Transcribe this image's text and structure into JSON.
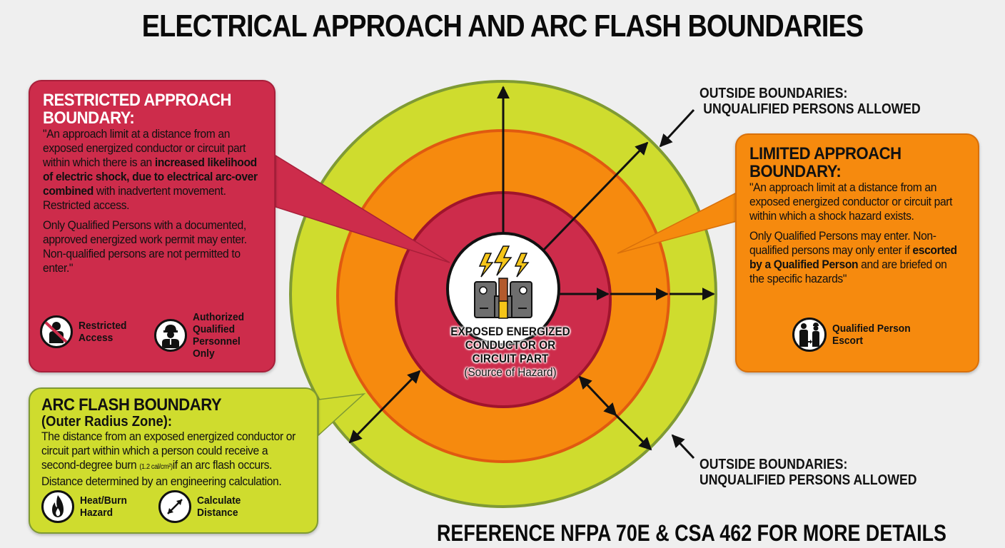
{
  "title": "ELECTRICAL APPROACH AND ARC FLASH BOUNDARIES",
  "colors": {
    "background": "#efefef",
    "restricted_red": "#cd2c4b",
    "limited_orange": "#f68a0e",
    "arc_flash_green": "#cfdc2e",
    "green_outline": "#7f9a34",
    "orange_outline": "#e05a10",
    "red_outline": "#a0142c"
  },
  "zones": [
    {
      "name": "Restricted Approach Boundary",
      "color": "#cd2c4b",
      "order": 1
    },
    {
      "name": "Limited Approach Boundary",
      "color": "#f68a0e",
      "order": 2
    },
    {
      "name": "Arc Flash Boundary",
      "color": "#cfdc2e",
      "order": 3
    }
  ],
  "restricted": {
    "title_line1": "RESTRICTED APPROACH",
    "title_line2": "BOUNDARY:",
    "p1_a": "\"An approach limit at a distance from an exposed energized conductor or circuit part within which there is an ",
    "p1_bold": "increased likelihood of electric shock, due to electrical arc-over combined",
    "p1_b": " with inadvertent movement. Restricted access.",
    "p2": "Only Qualified Persons with a documented, approved energized work permit may enter. Non-qualified persons are not permitted to enter.\"",
    "icons": [
      {
        "icon": "restricted-access-icon",
        "label_line1": "Restricted",
        "label_line2": "Access"
      },
      {
        "icon": "qualified-worker-icon",
        "label_line1": "Authorized",
        "label_line2": "Qualified",
        "label_line3": "Personnel",
        "label_line4": "Only"
      }
    ]
  },
  "limited": {
    "title_line1": "LIMITED APPROACH",
    "title_line2": "BOUNDARY:",
    "p1": "\"An approach limit at a distance from an exposed energized conductor or circuit part within which a shock hazard exists.",
    "p2_a": "Only Qualified Persons may enter. Non-qualified persons may only enter if ",
    "p2_bold": "escorted by a Qualified Person",
    "p2_b": " and are briefed on the specific hazards\"",
    "icons": [
      {
        "icon": "escort-icon",
        "label_line1": "Qualified Person",
        "label_line2": "Escort"
      }
    ]
  },
  "arc_flash": {
    "title": "ARC FLASH BOUNDARY",
    "subtitle": "(Outer Radius Zone):",
    "p1_a": "The distance from an exposed energized conductor or circuit part within which a person could receive a second-degree burn ",
    "p1_small": "(1.2 cal/cm²)",
    "p1_b": "if an arc flash occurs. Distance determined by an engineering calculation.",
    "icons": [
      {
        "icon": "flame-icon",
        "label_line1": "Heat/Burn",
        "label_line2": "Hazard"
      },
      {
        "icon": "calculate-distance-icon",
        "label_line1": "Calculate",
        "label_line2": "Distance"
      }
    ]
  },
  "outside_top": {
    "line1": "OUTSIDE BOUNDARIES:",
    "line2": "UNQUALIFIED PERSONS ALLOWED"
  },
  "outside_bottom": {
    "line1": "OUTSIDE BOUNDARIES:",
    "line2": "UNQUALIFIED PERSONS ALLOWED"
  },
  "source": {
    "line1": "EXPOSED ENERGIZED",
    "line2": "CONDUCTOR OR",
    "line3": "CIRCUIT PART",
    "line4": "(Source of Hazard)",
    "icon": "energized-conductor-icon"
  },
  "reference": "REFERENCE NFPA 70E & CSA 462 FOR MORE DETAILS"
}
